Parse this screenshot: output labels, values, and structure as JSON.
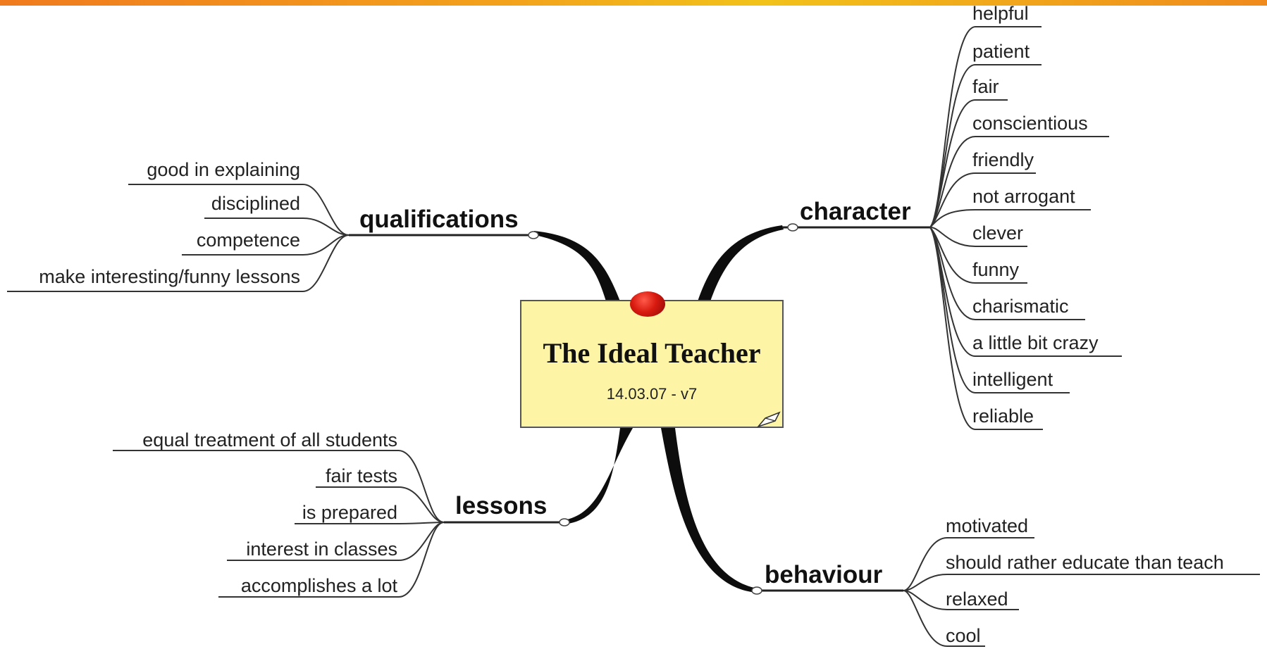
{
  "colors": {
    "banner_gradient": [
      "#f07a1e",
      "#f2c21a"
    ],
    "center_fill": "#fdf4a6",
    "pin": "#d81a10",
    "line": "#111111"
  },
  "center": {
    "title": "The Ideal Teacher",
    "subtitle": "14.03.07 - v7"
  },
  "branches": {
    "qualifications": {
      "label": "qualifications",
      "items": [
        "good in explaining",
        "disciplined",
        "competence",
        "make interesting/funny lessons"
      ]
    },
    "character": {
      "label": "character",
      "items": [
        "helpful",
        "patient",
        "fair",
        "conscientious",
        "friendly",
        "not arrogant",
        "clever",
        "funny",
        "charismatic",
        "a little bit crazy",
        "intelligent",
        "reliable"
      ]
    },
    "lessons": {
      "label": "lessons",
      "items": [
        "equal treatment of all students",
        "fair tests",
        "is prepared",
        "interest in classes",
        "accomplishes a lot"
      ]
    },
    "behaviour": {
      "label": "behaviour",
      "items": [
        "motivated",
        "should rather educate than teach",
        "relaxed",
        "cool"
      ]
    }
  }
}
